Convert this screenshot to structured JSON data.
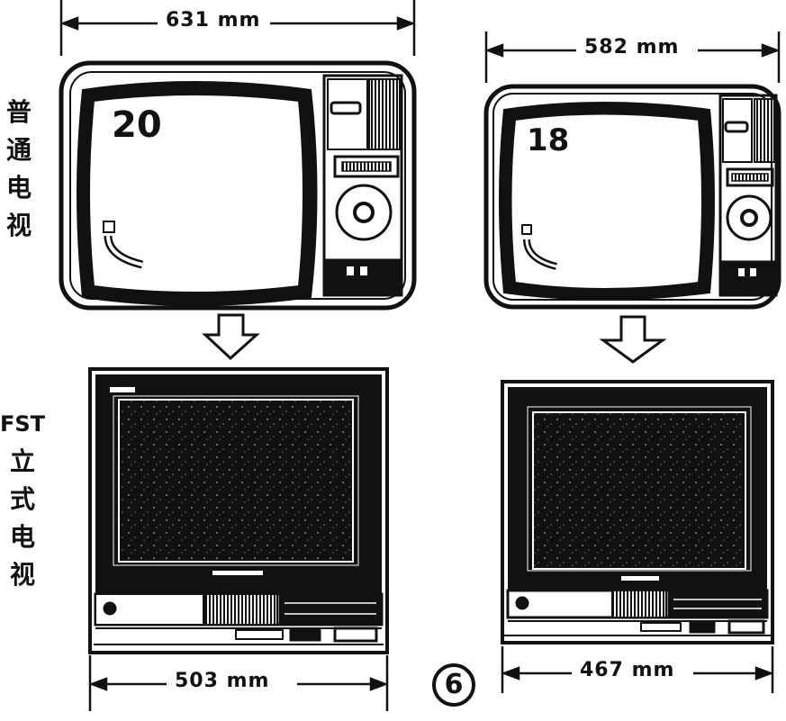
{
  "dimensions": {
    "top_left": "631 mm",
    "top_right": "582 mm",
    "bottom_left": "503 mm",
    "bottom_right": "467 mm"
  },
  "side_labels": {
    "ordinary_tv": [
      "普",
      "通",
      "电",
      "视"
    ],
    "fst_tv": [
      "FST",
      "立",
      "式",
      "电",
      "视"
    ]
  },
  "screen_sizes": {
    "left": "20",
    "right": "18"
  },
  "figure_number": "6"
}
